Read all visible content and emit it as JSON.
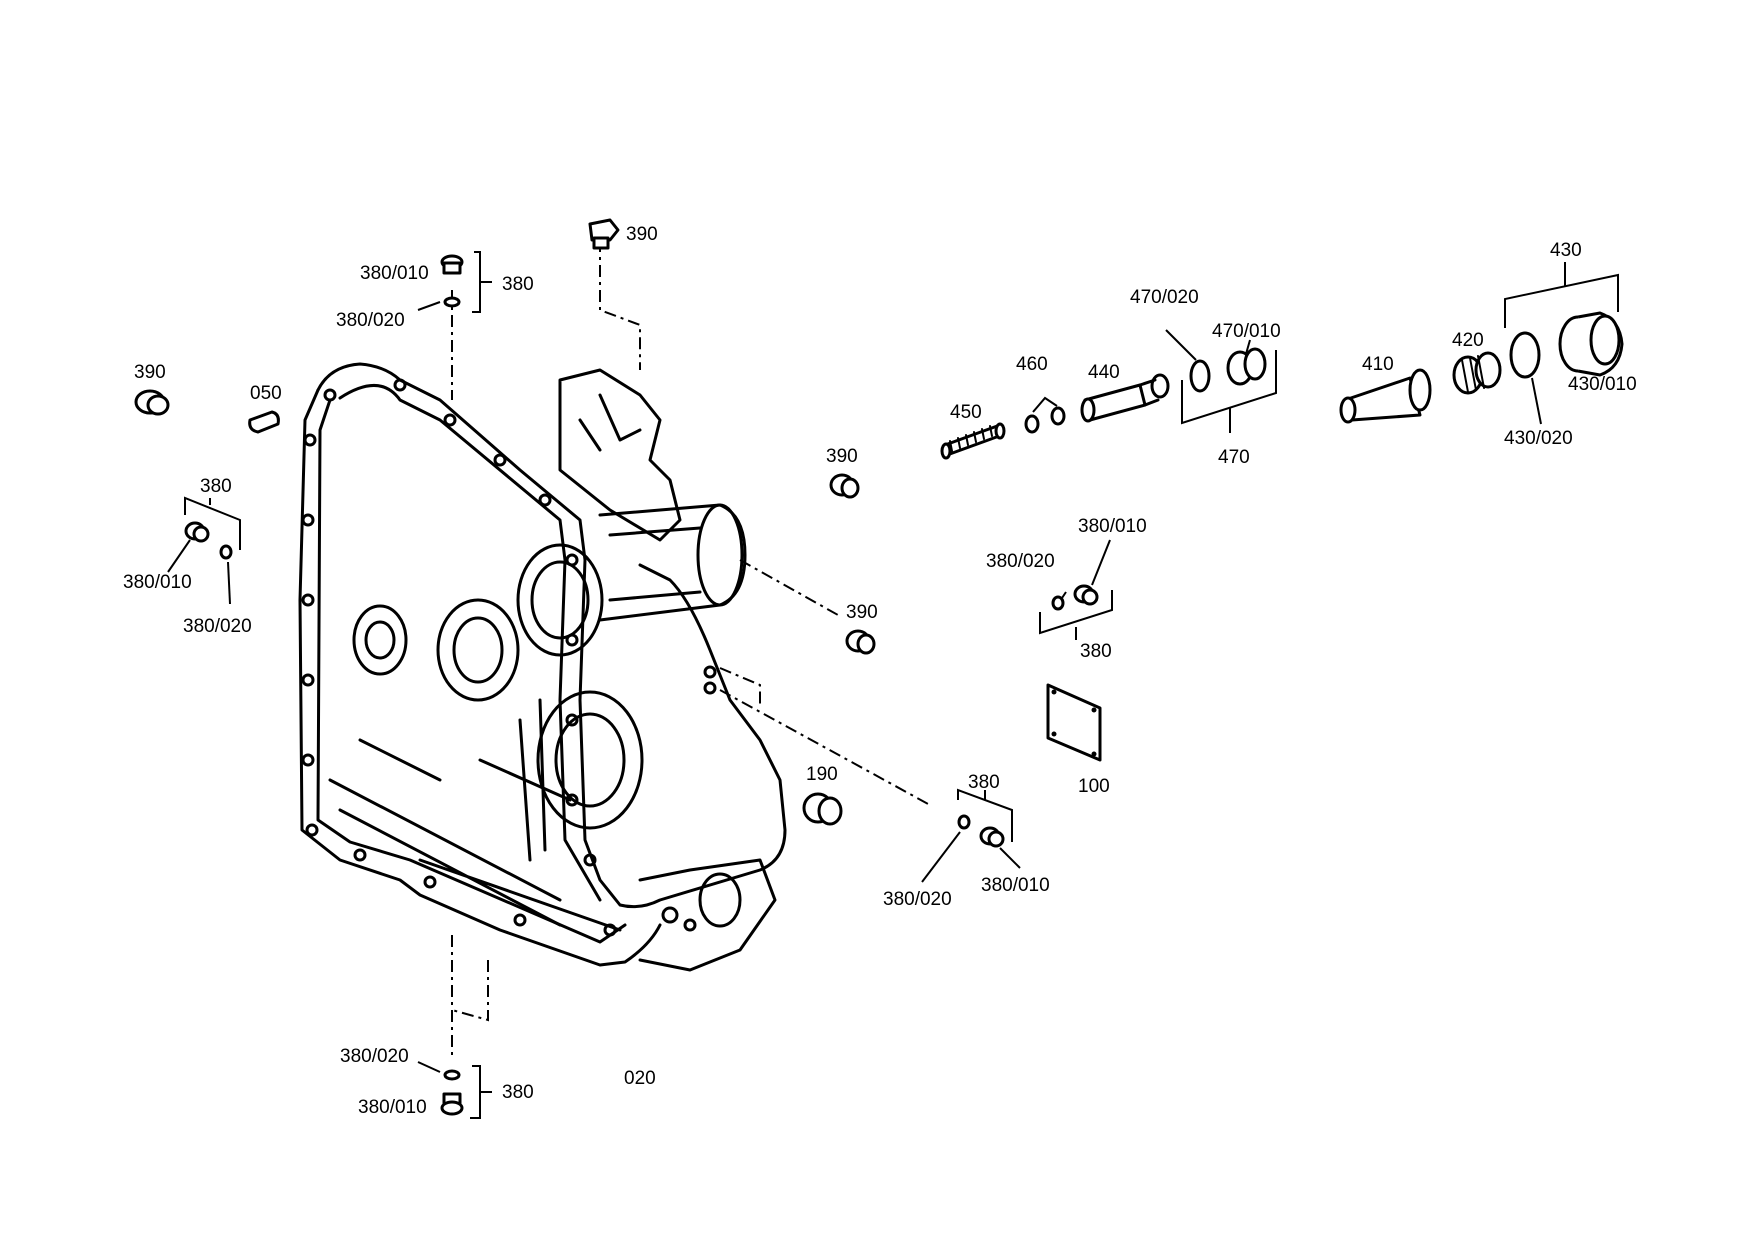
{
  "labels": {
    "l_390_top": "390",
    "l_380_top_010": "380/010",
    "l_380_top": "380",
    "l_380_top_020": "380/020",
    "l_390_left": "390",
    "l_050": "050",
    "l_380_left": "380",
    "l_380_left_010": "380/010",
    "l_380_left_020": "380/020",
    "l_390_mid1": "390",
    "l_390_mid2": "390",
    "l_190": "190",
    "l_380_lowmid": "380",
    "l_380_lowmid_020": "380/020",
    "l_380_lowmid_010": "380/010",
    "l_020": "020",
    "l_380_bot_020": "380/020",
    "l_380_bot_010": "380/010",
    "l_380_bot": "380",
    "l_450": "450",
    "l_460": "460",
    "l_440": "440",
    "l_470_020": "470/020",
    "l_470_010": "470/010",
    "l_470": "470",
    "l_410": "410",
    "l_420": "420",
    "l_430": "430",
    "l_430_010": "430/010",
    "l_430_020": "430/020",
    "l_380_right_020": "380/020",
    "l_380_right_010": "380/010",
    "l_380_right": "380",
    "l_100": "100"
  }
}
